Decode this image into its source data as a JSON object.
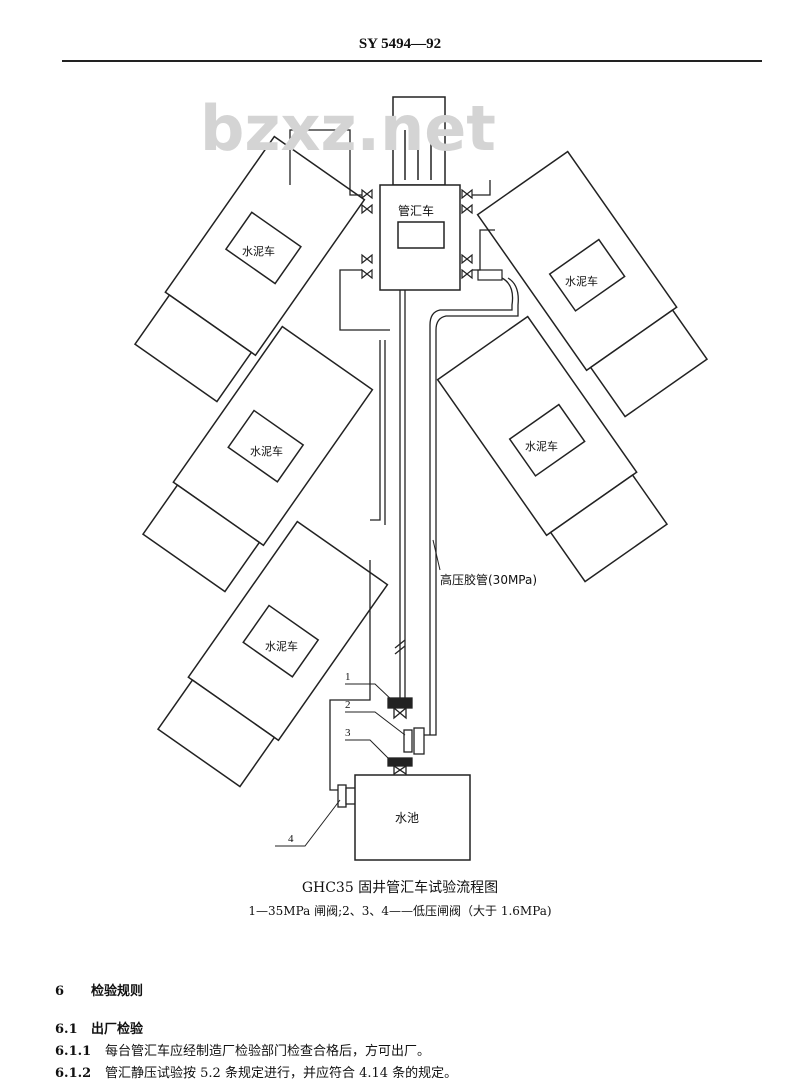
{
  "header": "SY 5494—92",
  "watermark": "bzxz.net",
  "diagram": {
    "cement_truck_label": "水泥车",
    "manifold_truck_label": "管汇车",
    "water_tank_label": "水池",
    "hose_label": "高压胶管(30MPa)",
    "valve_numbers": [
      "1",
      "2",
      "3",
      "4"
    ]
  },
  "caption": {
    "title": "GHC35 固井管汇车试验流程图",
    "legend": "1—35MPa 闸阀;2、3、4——低压闸阀（大于 1.6MPa)"
  },
  "sections": [
    {
      "num": "6",
      "text": "检验规则"
    },
    {
      "num": "6.1",
      "text": "出厂检验"
    },
    {
      "num": "6.1.1",
      "text": "每台管汇车应经制造厂检验部门检查合格后，方可出厂。"
    },
    {
      "num": "6.1.2",
      "text": "管汇静压试验按 5.2 条规定进行，并应符合 4.14 条的规定。"
    }
  ]
}
